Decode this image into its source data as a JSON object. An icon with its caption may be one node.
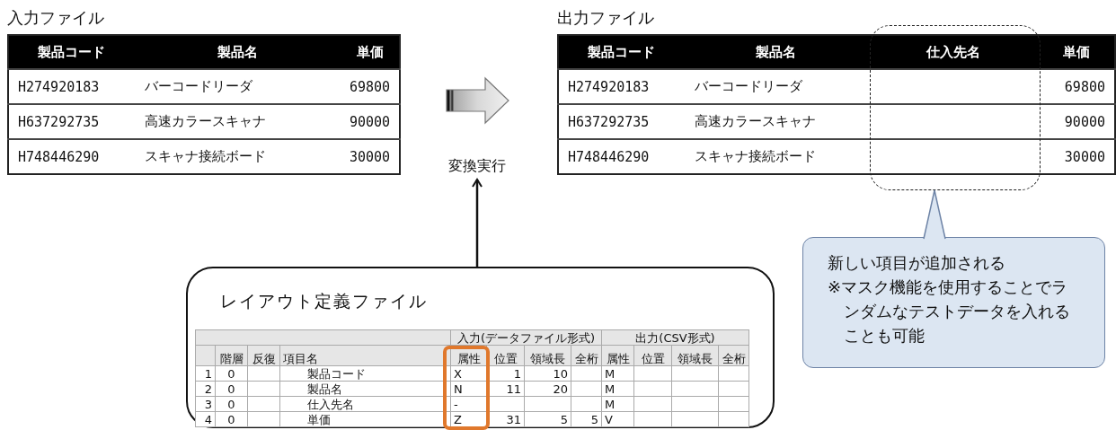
{
  "diagram": {
    "nodes": [
      {
        "text": [
          "入力ファイル",
          "製品コード",
          "製品名",
          "単価",
          "H274920183",
          "バーコードリーダ",
          "69800",
          "H637292735",
          "高速カラースキャナ",
          "90000",
          "H748446290",
          "スキャナ接続ボード",
          "30000"
        ]
      },
      {
        "text": [
          "変換実行"
        ]
      },
      {
        "text": [
          "出力ファイル",
          "製品コード",
          "製品名",
          "仕入先名",
          "単価",
          "H274920183",
          "バーコードリーダ",
          "69800",
          "H637292735",
          "高速カラースキャナ",
          "90000",
          "H748446290",
          "スキャナ接続ボード",
          "30000"
        ]
      },
      {
        "text": [
          "新しい項目が追加される",
          "※マスク機能を使用することでランダムなテストデータを入れることも可能"
        ]
      },
      {
        "text": [
          "レイアウト定義ファイル",
          "入力(データファイル形式)",
          "出力(CSV形式)",
          "階層",
          "反復",
          "項目名",
          "属性",
          "位置",
          "領域長",
          "全桁",
          "属性",
          "位置",
          "領域長",
          "全桁",
          "1",
          "0",
          "製品コード",
          "X",
          "1",
          "10",
          "M",
          "2",
          "0",
          "製品名",
          "N",
          "11",
          "20",
          "M",
          "3",
          "0",
          "仕入先名",
          "-",
          "M",
          "4",
          "0",
          "単価",
          "Z",
          "31",
          "5",
          "5",
          "V"
        ]
      }
    ],
    "edges": [
      {
        "from": 0,
        "to": 2,
        "arrow": "to"
      },
      {
        "from": 4,
        "to": 1,
        "arrow": "to"
      },
      {
        "from": 3,
        "to": null,
        "arrow": "to",
        "color": "#6d83a6"
      }
    ]
  }
}
